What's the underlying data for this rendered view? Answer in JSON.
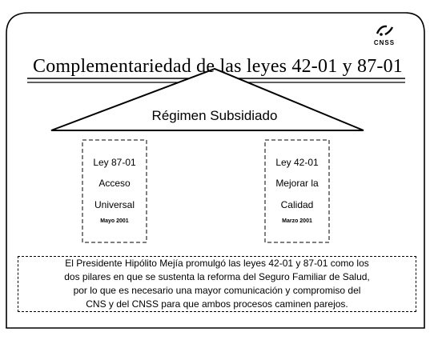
{
  "logo": {
    "icon": "cnss-logo-icon",
    "text": "CNSS"
  },
  "title": "Complementariedad de las leyes 42-01 y 87-01",
  "regimen": "Régimen Subsidiado",
  "boxes": [
    {
      "ley": "Ley 87-01",
      "line1": "Acceso",
      "line2": "Universal",
      "date": "Mayo 2001"
    },
    {
      "ley": "Ley 42-01",
      "line1": "Mejorar la",
      "line2": "Calidad",
      "date": "Marzo 2001"
    }
  ],
  "note": [
    "El Presidente Hipólito Mejía promulgó las leyes 42-01 y 87-01 como los",
    "dos pilares en que se sustenta la reforma del Seguro Familiar de Salud,",
    "por lo que es necesario una mayor comunicación y compromiso del",
    "CNS y del CNSS para que ambos procesos caminen parejos."
  ]
}
